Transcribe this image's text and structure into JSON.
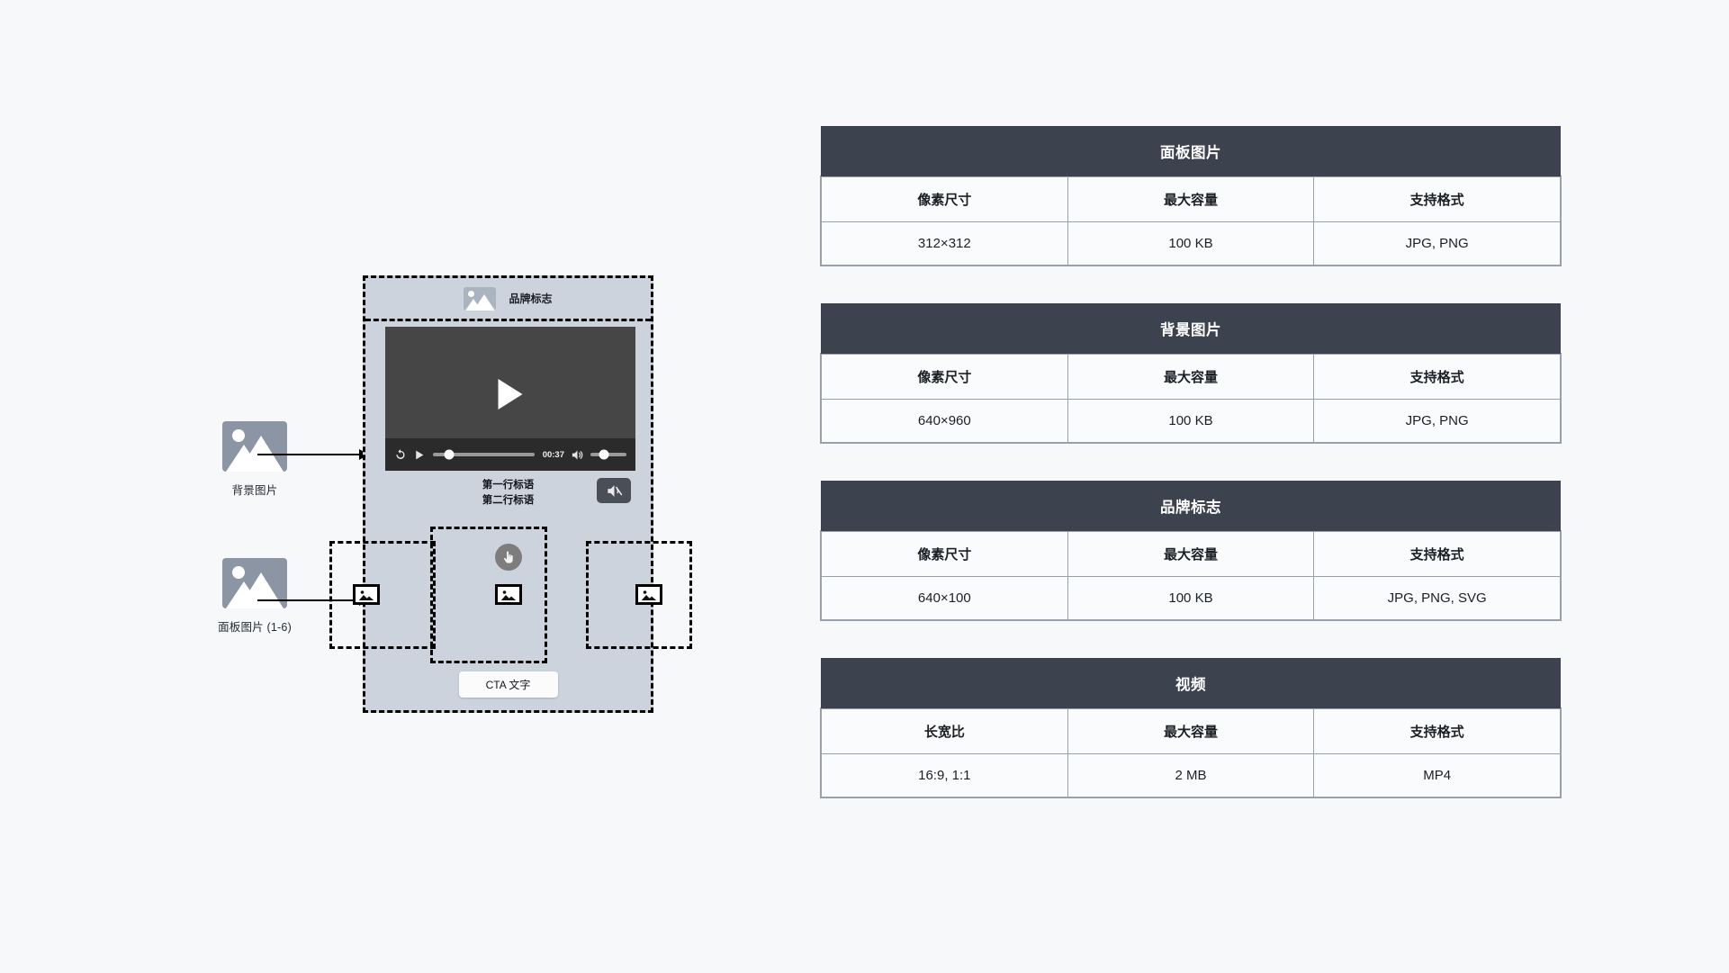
{
  "colors": {
    "page_bg": "#f7f8fa",
    "table_header_bg": "#3d434e",
    "table_cell_bg": "#fafbfc",
    "phone_bg": "#ccd3dc",
    "video_bg": "#464646",
    "control_bar_bg": "#2b2b2b"
  },
  "diagram": {
    "assets": [
      {
        "label": "背景图片",
        "icon": "image-placeholder-icon"
      },
      {
        "label": "面板图片 (1-6)",
        "icon": "image-placeholder-icon"
      }
    ],
    "phone": {
      "brand": {
        "label": "品牌标志",
        "icon": "image-placeholder-icon"
      },
      "video": {
        "play_icon": "play-icon",
        "controls": {
          "replay_icon": "replay-icon",
          "play_icon": "play-icon",
          "time": "00:37",
          "volume_icon": "volume-icon"
        }
      },
      "headline": {
        "line1": "第一行标语",
        "line2": "第二行标语"
      },
      "mute_button_icon": "volume-muted-icon",
      "panel": {
        "click_icon": "click-hand-icon",
        "image_icon": "image-placeholder-icon"
      },
      "cta_label": "CTA 文字"
    }
  },
  "tables": [
    {
      "title": "面板图片",
      "headers": [
        "像素尺寸",
        "最大容量",
        "支持格式"
      ],
      "row": [
        "312×312",
        "100 KB",
        "JPG, PNG"
      ]
    },
    {
      "title": "背景图片",
      "headers": [
        "像素尺寸",
        "最大容量",
        "支持格式"
      ],
      "row": [
        "640×960",
        "100 KB",
        "JPG, PNG"
      ]
    },
    {
      "title": "品牌标志",
      "headers": [
        "像素尺寸",
        "最大容量",
        "支持格式"
      ],
      "row": [
        "640×100",
        "100 KB",
        "JPG, PNG, SVG"
      ]
    },
    {
      "title": "视频",
      "headers": [
        "长宽比",
        "最大容量",
        "支持格式"
      ],
      "row": [
        "16:9, 1:1",
        "2 MB",
        "MP4"
      ]
    }
  ]
}
